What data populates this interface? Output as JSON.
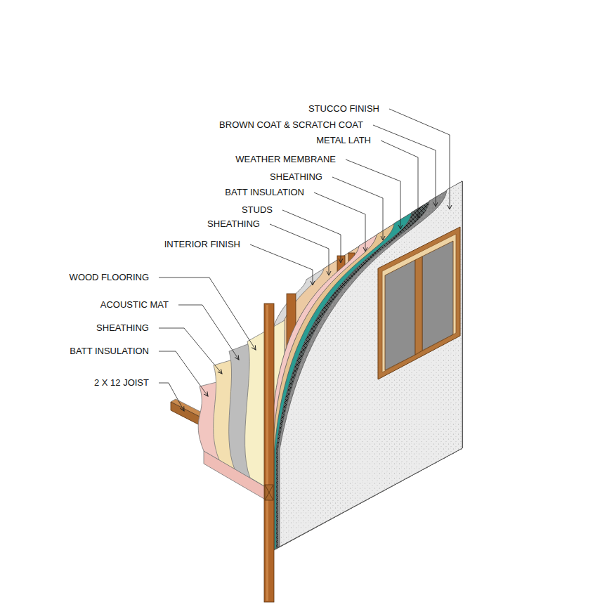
{
  "diagram": {
    "labels": [
      "STUCCO FINISH",
      "BROWN COAT & SCRATCH COAT",
      "METAL LATH",
      "WEATHER MEMBRANE",
      "SHEATHING",
      "BATT INSULATION",
      "STUDS",
      "SHEATHING",
      "INTERIOR FINISH",
      "WOOD FLOORING",
      "ACOUSTIC MAT",
      "SHEATHING",
      "BATT INSULATION",
      "2 X 12 JOIST"
    ]
  }
}
